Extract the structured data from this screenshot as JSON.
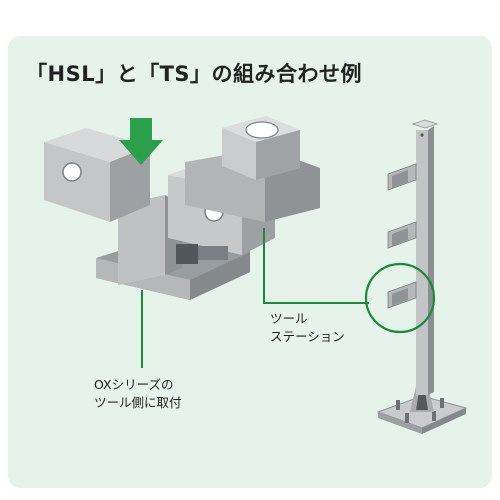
{
  "title": "「HSL」と「TS」の組み合わせ例",
  "labels": {
    "tool_station": [
      "ツール",
      "ステーション"
    ],
    "ox_series": [
      "OXシリーズの",
      "ツール側に取付"
    ]
  },
  "colors": {
    "panel_bg": "#e6f3ea",
    "accent_green": "#1c8a3c",
    "arrow_green": "#2aa04a",
    "metal_light": "#c9cbcc",
    "metal_mid": "#a9abad",
    "metal_dark": "#7d8184"
  },
  "icons": {
    "down_arrow": "down-arrow-icon",
    "highlight_circle": "highlight-circle"
  }
}
